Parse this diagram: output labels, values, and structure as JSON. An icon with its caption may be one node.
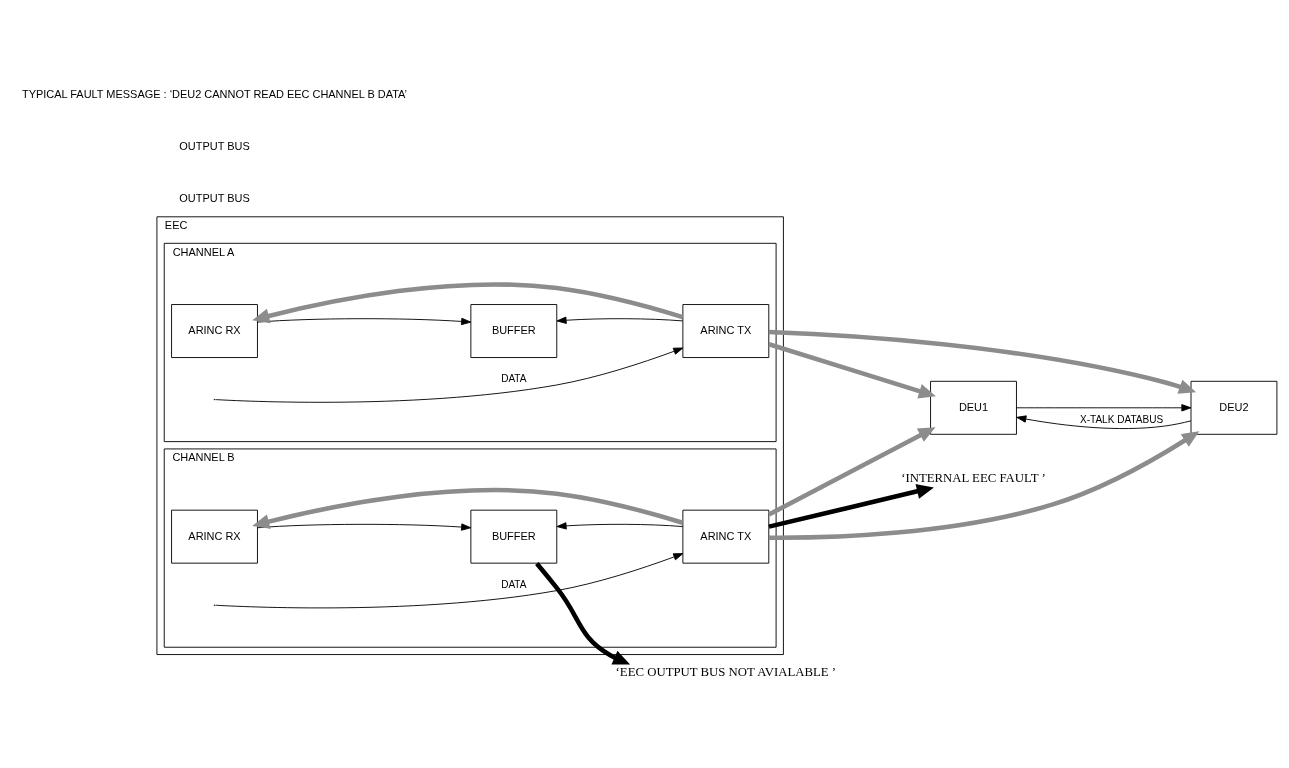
{
  "diagram": {
    "nodes": [
      {
        "text": [
          "EEC"
        ]
      },
      {
        "text": [
          "CHANNEL A"
        ],
        "in": 0
      },
      {
        "text": [
          "ARINC RX"
        ],
        "in": 1
      },
      {
        "text": [
          "BUFFER"
        ],
        "in": 1
      },
      {
        "text": [
          "ARINC TX"
        ],
        "in": 1
      },
      {
        "text": [
          "CHANNEL B"
        ],
        "in": 0
      },
      {
        "text": [
          "ARINC RX"
        ],
        "in": 5
      },
      {
        "text": [
          "BUFFER"
        ],
        "in": 5
      },
      {
        "text": [
          "ARINC TX"
        ],
        "in": 5
      },
      {
        "text": [
          "DEU1"
        ]
      },
      {
        "text": [
          "DEU2"
        ]
      },
      {
        "text": [
          "‘EEC OUTPUT BUS NOT AVIALABLE ’"
        ]
      },
      {
        "text": [
          "‘INTERNAL EEC FAULT ’"
        ]
      }
    ],
    "edges": [
      {
        "from": 2,
        "to": 3,
        "arrow": "to"
      },
      {
        "from": 4,
        "to": 3,
        "arrow": "to"
      },
      {
        "from": null,
        "to": 4,
        "arrow": "to",
        "label": "DATA"
      },
      {
        "from": 4,
        "to": 2,
        "arrow": "to",
        "style": "thick",
        "color": "#8c8c8c"
      },
      {
        "from": 4,
        "to": 9,
        "arrow": "to",
        "style": "thick",
        "color": "#8c8c8c"
      },
      {
        "from": 4,
        "to": 10,
        "arrow": "to",
        "style": "thick",
        "color": "#8c8c8c"
      },
      {
        "from": 6,
        "to": 7,
        "arrow": "to"
      },
      {
        "from": 8,
        "to": 7,
        "arrow": "to"
      },
      {
        "from": null,
        "to": 8,
        "arrow": "to",
        "label": "DATA"
      },
      {
        "from": 8,
        "to": 6,
        "arrow": "to",
        "style": "thick",
        "color": "#8c8c8c"
      },
      {
        "from": 8,
        "to": 10,
        "arrow": "to",
        "style": "thick",
        "color": "#8c8c8c"
      },
      {
        "from": 8,
        "to": 9,
        "arrow": "to",
        "style": "thick",
        "color": "#8c8c8c"
      },
      {
        "from": 10,
        "to": 9,
        "arrow": "to",
        "label": "X-TALK DATABUS"
      },
      {
        "from": 9,
        "to": 10,
        "arrow": "to"
      },
      {
        "from": 7,
        "to": 11,
        "arrow": "to",
        "style": "thick"
      },
      {
        "from": 8,
        "to": 12,
        "arrow": "to",
        "style": "thick"
      }
    ],
    "labels": [
      "OUTPUT BUS",
      "OUTPUT BUS",
      "TYPICAL FAULT MESSAGE : ‘DEU2 CANNOT READ EEC CHANNEL B DATA’"
    ]
  }
}
